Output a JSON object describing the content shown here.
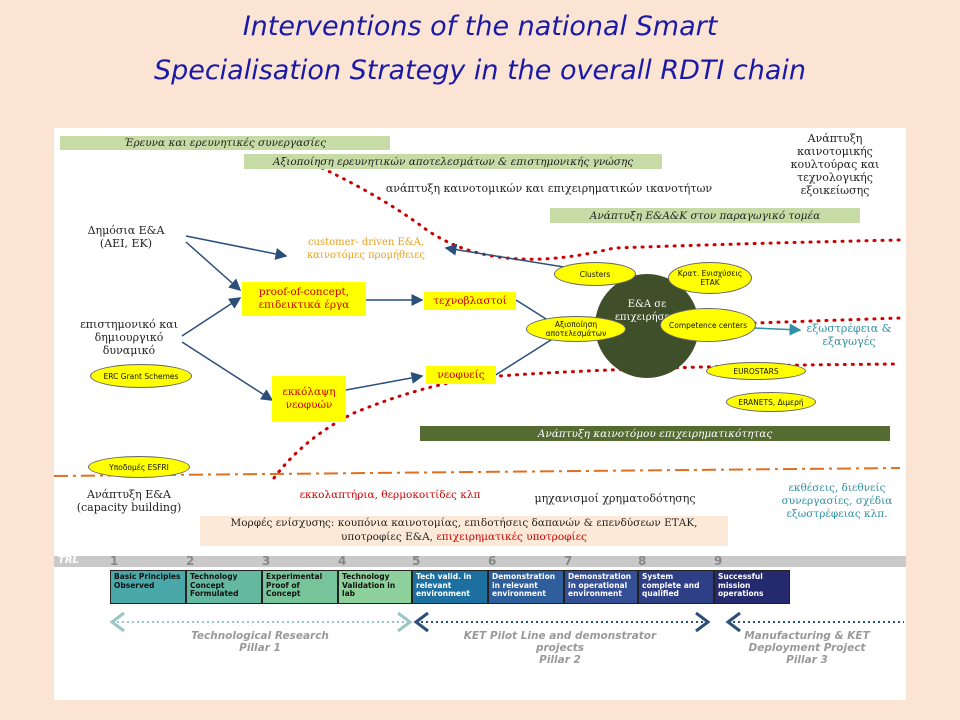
{
  "title": {
    "line1": "Interventions of the national Smart",
    "line2": "Specialisation Strategy in the overall RDTI chain"
  },
  "bars": {
    "research": "Έρευνα και ερευνητικές συνεργασίες",
    "exploitation": "Αξιοποίηση ερευνητικών αποτελεσμάτων & επιστημονικής γνώσης",
    "rdi_production": "Ανάπτυξη Ε&Α&Κ στον παραγωγικό τομέα",
    "entrepreneurship": "Ανάπτυξη καινοτόμου επιχειρηματικότητας"
  },
  "labels": {
    "innovation_culture": "Ανάπτυξη καινοτομικής κουλτούρας και τεχνολογικής εξοικείωσης",
    "capabilities": "ανάπτυξη καινοτομικών και επιχειρηματικών ικανοτήτων",
    "public_rd": "Δημόσια Ε&Α",
    "public_rd_sub": "(ΑΕΙ, ΕΚ)",
    "scientific": "επιστημονικό και δημιουργικό δυναμικό",
    "customer": "customer- driven Ε&Α, καινοτόμες προμήθειες",
    "extroversion": "εξωστρέφεια & εξαγωγές",
    "capacity": "Ανάπτυξη Ε&Α",
    "capacity_sub": "(capacity building)",
    "incubators": "εκκολαπτήρια, θερμοκοιτίδες κλπ",
    "funding": "μηχανισμοί χρηματοδότησης",
    "fairs": "εκθέσεις, διεθνείς συνεργασίες, σχέδια εξωστρέφειας κλπ.",
    "support_forms": "Μορφές ενίσχυσης: κουπόνια καινοτομίας, επιδοτήσεις δαπανών & επενδύσεων ΕΤΑΚ,",
    "support_forms2": "υποτροφίες Ε&Α,",
    "support_forms3": "επιχειρηματικές υποτροφίες",
    "hub": "Ε&Α σε επιχειρήσεις"
  },
  "boxes": {
    "proof": "proof-of-concept, επιδεικτικά έργα",
    "spinoffs": "τεχνοβλαστοί",
    "incubation": "εκκόλαψη νεοφυών",
    "startups": "νεοφυείς"
  },
  "ellipses": {
    "clusters": "Clusters",
    "state_aid": "Κρατ. Ενισχύσεις ΕΤΑΚ",
    "results": "Αξιοποίηση αποτελεσμάτων",
    "competence": "Competence centers",
    "erc": "ERC Grant Schemes",
    "eurostars": "EUROSTARS",
    "eranets": "ERANETS, Διμερή",
    "esfri": "Υποδομές ESFRI"
  },
  "trl": {
    "label": "TRL",
    "numbers": [
      "1",
      "2",
      "3",
      "4",
      "5",
      "6",
      "7",
      "8",
      "9"
    ],
    "cells": [
      {
        "text": "Basic Principles Observed",
        "bg": "#4aa9a8",
        "fg": "#111111"
      },
      {
        "text": "Technology Concept Formulated",
        "bg": "#63b89f",
        "fg": "#111111"
      },
      {
        "text": "Experimental Proof of Concept",
        "bg": "#77c49a",
        "fg": "#111111"
      },
      {
        "text": "Technology Validation in lab",
        "bg": "#8dd09b",
        "fg": "#111111"
      },
      {
        "text": "Tech valid. in relevant environment",
        "bg": "#1d6fa0",
        "fg": "#ffffff"
      },
      {
        "text": "Demonstration in relevant environment",
        "bg": "#2e5e9c",
        "fg": "#ffffff"
      },
      {
        "text": "Demonstration in operational environment",
        "bg": "#344f94",
        "fg": "#ffffff"
      },
      {
        "text": "System complete and qualified",
        "bg": "#2f3f86",
        "fg": "#ffffff"
      },
      {
        "text": "Successful mission operations",
        "bg": "#252a6e",
        "fg": "#ffffff"
      }
    ]
  },
  "pillars": {
    "p1": "Technological Research",
    "p1_sub": "Pillar 1",
    "p2": "KET Pilot Line and demonstrator projects",
    "p2_sub": "Pillar 2",
    "p3": "Manufacturing & KET Deployment Project",
    "p3_sub": "Pillar 3"
  },
  "colors": {
    "background": "#fbe4d3",
    "title": "#1a1aa6",
    "green_light": "#c6dba5",
    "green_dark": "#546b32",
    "red_dots": "#cc0000",
    "orange_dash": "#e07020",
    "arrow": "#2a4f7a",
    "yellow": "#ffff00"
  }
}
